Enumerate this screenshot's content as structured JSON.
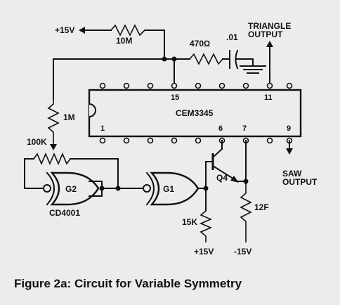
{
  "labels": {
    "plus15v_top": "+15V",
    "r_10m": "10M",
    "r_470": "470Ω",
    "c_01": ".01",
    "triangle_output": "TRIANGLE\nOUTPUT",
    "pin15": "15",
    "pin11": "11",
    "chip_name": "CEM3345",
    "pin1": "1",
    "pin6": "6",
    "pin7": "7",
    "pin9": "9",
    "r_1m": "1M",
    "r_100k": "100K",
    "gate_g2": "G2",
    "gate_g1": "G1",
    "transistor_q4": "Q4",
    "saw_output": "SAW\nOUTPUT",
    "r_12f": "12F",
    "r_15k": "15K",
    "ic_cd4001": "CD4001",
    "plus15v_bottom": "+15V",
    "minus15v_bottom": "-15V"
  },
  "caption": "Figure 2a:  Circuit for Variable Symmetry"
}
